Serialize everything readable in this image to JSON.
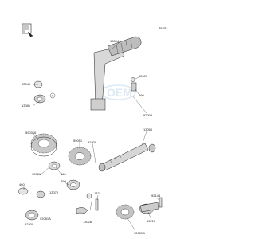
{
  "diagram": {
    "code": "E1102",
    "watermark": "OEM",
    "callouts": [
      {
        "id": "13004",
        "text": "13004"
      },
      {
        "id": "92049",
        "text": "92049"
      },
      {
        "id": "13081",
        "text": "13081"
      },
      {
        "id": "A",
        "text": "A"
      },
      {
        "id": "92001",
        "text": "92001"
      },
      {
        "id": "460",
        "text": "460"
      },
      {
        "id": "92009",
        "text": "92009"
      },
      {
        "id": "13056",
        "text": "13056"
      },
      {
        "id": "590316",
        "text": "590316"
      },
      {
        "id": "59051",
        "text": "59051"
      },
      {
        "id": "92200",
        "text": "92200"
      },
      {
        "id": "460b",
        "text": "460"
      },
      {
        "id": "92061",
        "text": "92061"
      },
      {
        "id": "460c",
        "text": "460"
      },
      {
        "id": "460d",
        "text": "460"
      },
      {
        "id": "13070",
        "text": "13070"
      },
      {
        "id": "92200b",
        "text": "92200"
      },
      {
        "id": "13028",
        "text": "13028"
      },
      {
        "id": "132",
        "text": "132"
      },
      {
        "id": "92145",
        "text": "92145"
      },
      {
        "id": "13210",
        "text": "13210"
      },
      {
        "id": "92081a",
        "text": "92081A"
      },
      {
        "id": "92081b",
        "text": "92081B"
      }
    ]
  }
}
